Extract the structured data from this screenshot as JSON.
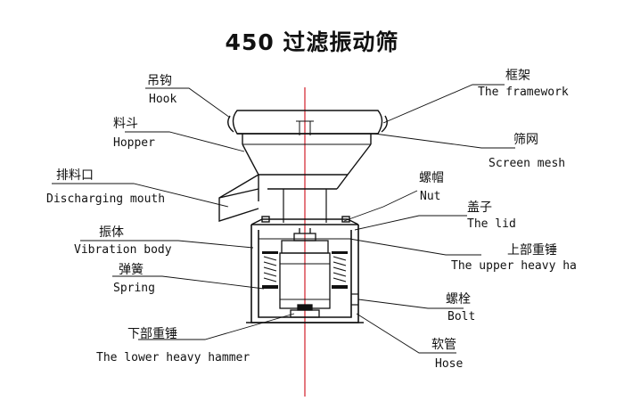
{
  "title": "450 过滤振动筛",
  "labels": {
    "hook": {
      "zh": "吊钩",
      "en": "Hook"
    },
    "hopper": {
      "zh": "料斗",
      "en": "Hopper"
    },
    "discharge": {
      "zh": "排料口",
      "en": "Discharging mouth"
    },
    "vibration": {
      "zh": "振体",
      "en": "Vibration body"
    },
    "spring": {
      "zh": "弹簧",
      "en": "Spring"
    },
    "lower": {
      "zh": "下部重锤",
      "en": "The lower heavy hammer"
    },
    "framework": {
      "zh": "框架",
      "en": "The framework"
    },
    "mesh": {
      "zh": "筛网",
      "en": "Screen mesh"
    },
    "nut": {
      "zh": "螺帽",
      "en": "Nut"
    },
    "lid": {
      "zh": "盖子",
      "en": "The lid"
    },
    "upper": {
      "zh": "上部重锤",
      "en": "The upper heavy ha"
    },
    "bolt": {
      "zh": "螺栓",
      "en": "Bolt"
    },
    "hose": {
      "zh": "软管",
      "en": "Hose"
    }
  },
  "colors": {
    "line": "#111111",
    "centerline": "#d21f2a",
    "spring_block": "#111111"
  }
}
